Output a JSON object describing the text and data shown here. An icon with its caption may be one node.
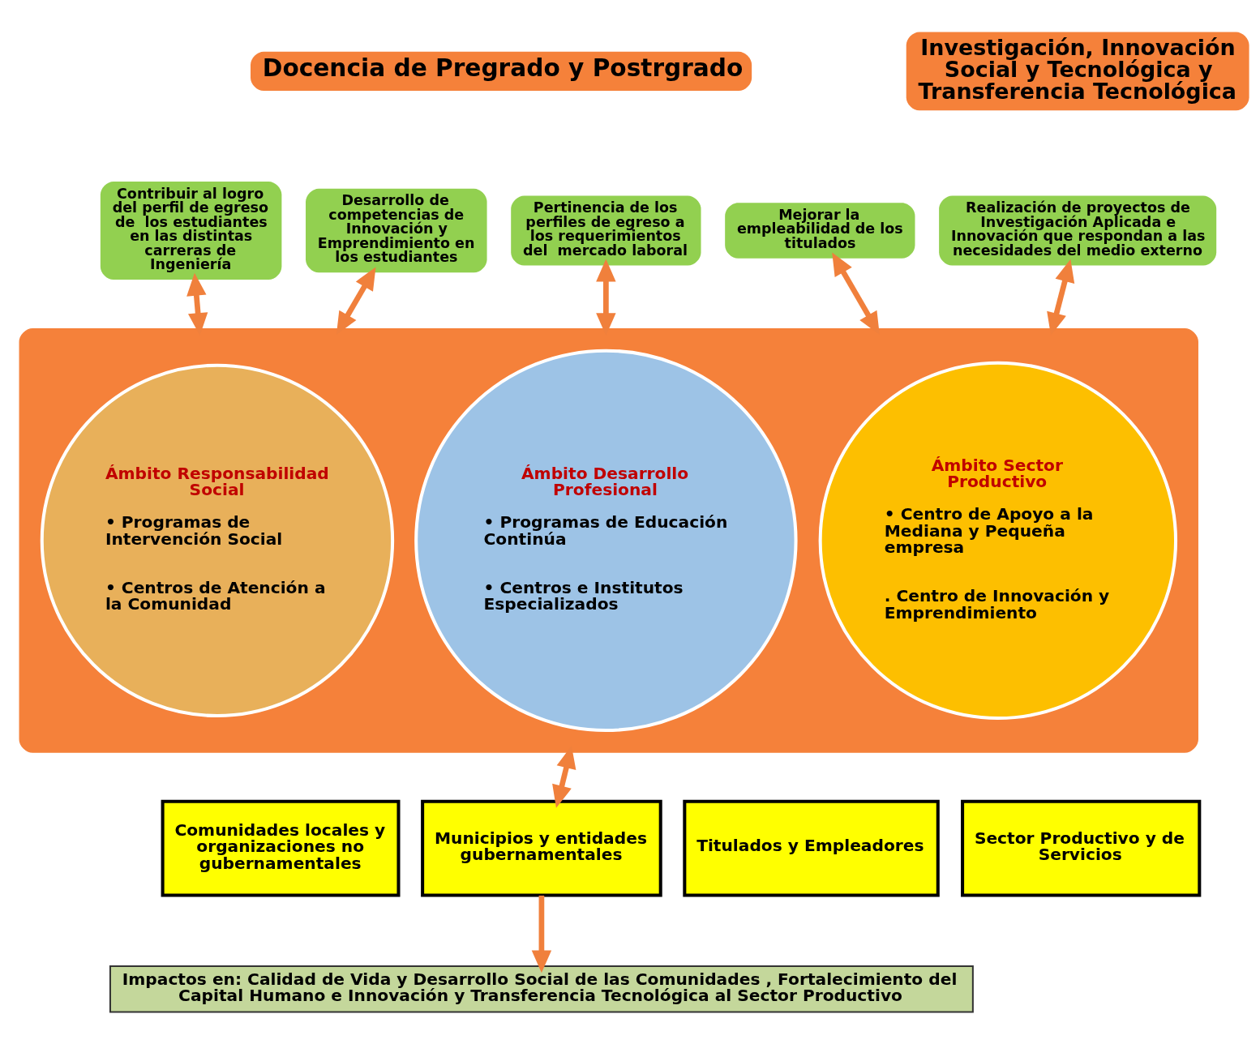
{
  "diagram": {
    "nodes": [
      {
        "text": [
          "Docencia de Pregrado y Postrgrado"
        ]
      },
      {
        "text": [
          "Investigación, Innovación Social y Tecnológica y Transferencia Tecnológica"
        ]
      },
      {
        "text": [
          "Contribuir al logro del perfil de egreso de  los estudiantes en las distintas carreras de Ingeniería"
        ]
      },
      {
        "text": [
          "Desarrollo de competencias de Innovación y Emprendimiento en los estudiantes"
        ]
      },
      {
        "text": [
          "Pertinencia de los perfiles de egreso a los requerimientos del  mercado laboral"
        ]
      },
      {
        "text": [
          "Mejorar la empleabilidad de los titulados"
        ]
      },
      {
        "text": [
          "Realización de proyectos de Investigación Aplicada e Innovación que respondan a las necesidades del medio externo"
        ]
      },
      {
        "text": [],
        "shape": "box"
      },
      {
        "text": [
          "Ámbito Responsabilidad Social",
          "• Programas de Intervención Social",
          "• Centros de Atención a la Comunidad"
        ],
        "in": 7
      },
      {
        "text": [
          "Ámbito Desarrollo Profesional",
          "• Programas de Educación Continúa",
          "• Centros e Institutos Especializados"
        ],
        "in": 7
      },
      {
        "text": [
          "Ámbito Sector Productivo",
          "• Centro de Apoyo a la Mediana y Pequeña empresa",
          ". Centro de Innovación y Emprendimiento"
        ],
        "in": 7
      },
      {
        "text": [
          "Comunidades locales y organizaciones no gubernamentales"
        ]
      },
      {
        "text": [
          "Municipios y entidades gubernamentales"
        ]
      },
      {
        "text": [
          "Titulados y Empleadores"
        ]
      },
      {
        "text": [
          "Sector Productivo y de Servicios"
        ]
      },
      {
        "text": [
          "Impactos en: Calidad de Vida y Desarrollo Social de las Comunidades , Fortalecimiento del Capital Humano e Innovación y Transferencia Tecnológica al Sector Productivo"
        ]
      }
    ],
    "edges": [
      {
        "from": 2,
        "to": 7,
        "arrow": "both"
      },
      {
        "from": 3,
        "to": 7,
        "arrow": "both"
      },
      {
        "from": 4,
        "to": 7,
        "arrow": "both"
      },
      {
        "from": 5,
        "to": 7,
        "arrow": "both"
      },
      {
        "from": 6,
        "to": 7,
        "arrow": "both"
      },
      {
        "from": 7,
        "to": 12,
        "arrow": "both"
      },
      {
        "from": 12,
        "to": 15,
        "arrow": "to"
      }
    ]
  }
}
